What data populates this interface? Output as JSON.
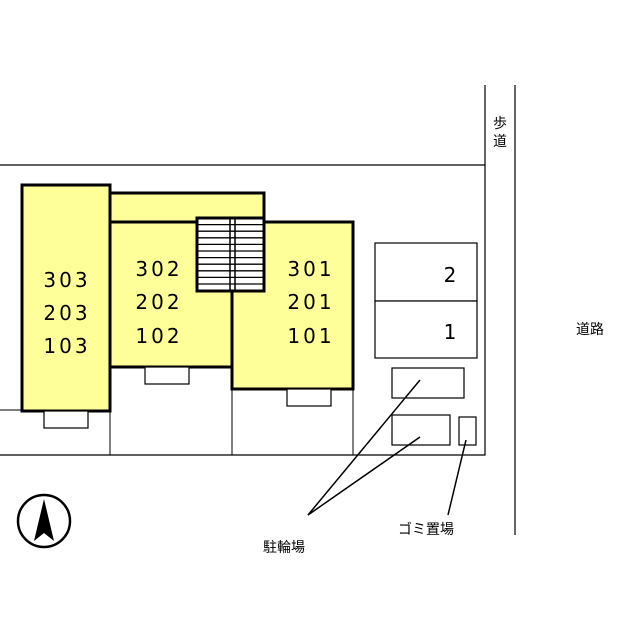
{
  "buildings": {
    "left": {
      "units": [
        "303",
        "203",
        "103"
      ]
    },
    "middle": {
      "units": [
        "302",
        "202",
        "102"
      ]
    },
    "right": {
      "units": [
        "301",
        "201",
        "101"
      ]
    }
  },
  "parking": {
    "slots": [
      "2",
      "1"
    ]
  },
  "labels": {
    "sidewalk": [
      "歩",
      "道"
    ],
    "road": "道路",
    "bicycle_parking": "駐輪場",
    "garbage_area": "ゴミ置場"
  },
  "colors": {
    "building_fill": "#ffff99",
    "outline": "#000000"
  },
  "icons": {
    "north": "north-arrow-icon"
  }
}
